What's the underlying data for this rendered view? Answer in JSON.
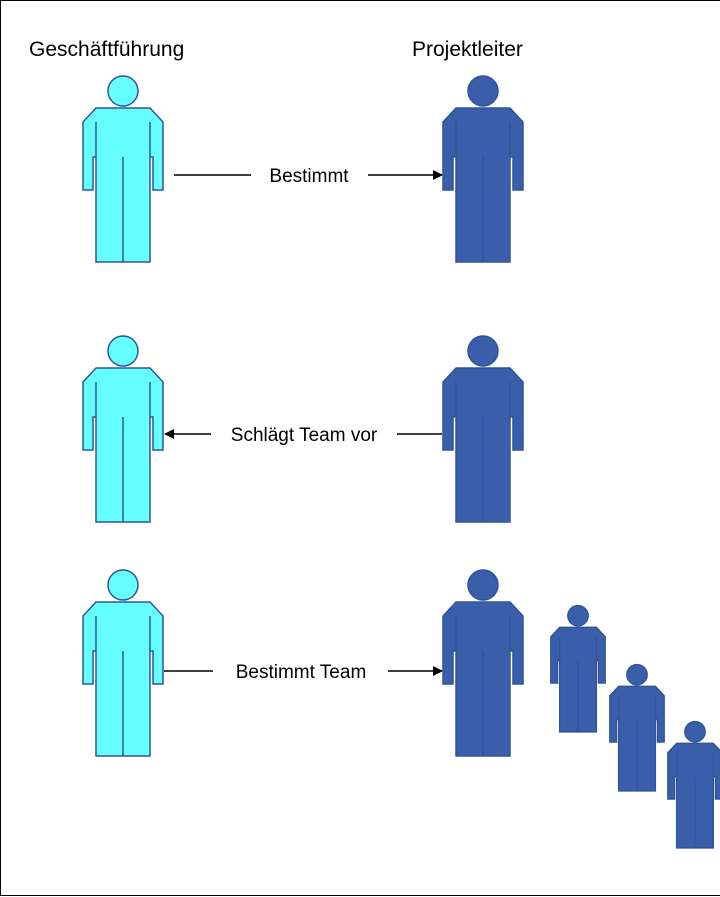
{
  "headers": {
    "left": "Geschäftführung",
    "right": "Projektleiter"
  },
  "rows": [
    {
      "label": "Bestimmt",
      "direction": "right"
    },
    {
      "label": "Schlägt Team vor",
      "direction": "left"
    },
    {
      "label": "Bestimmt Team",
      "direction": "right"
    }
  ],
  "colors": {
    "management_fill": "#66FFFF",
    "project_lead_fill": "#3B5EAA",
    "figure_outline": "#2F5597",
    "arrow": "#000000"
  }
}
